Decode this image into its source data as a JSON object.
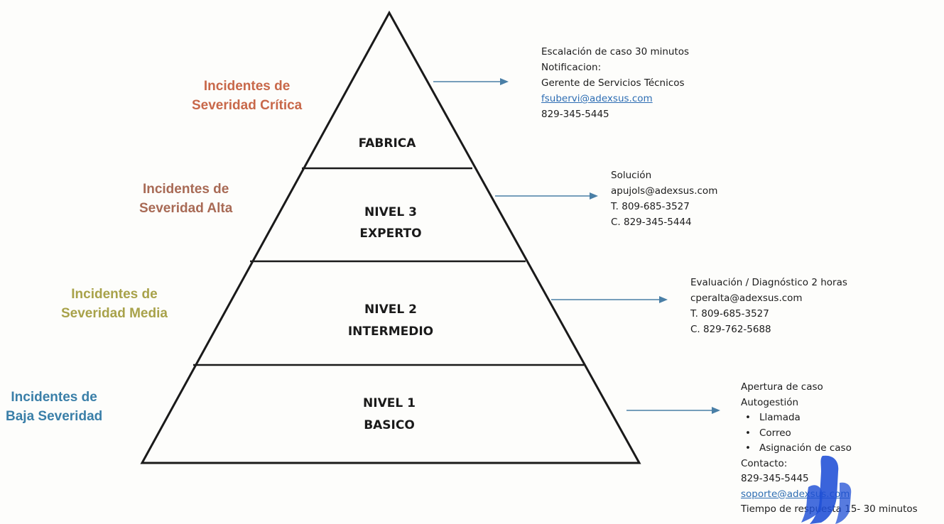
{
  "levels": [
    {
      "id": "fabrica",
      "lines": [
        "FABRICA"
      ]
    },
    {
      "id": "nivel3",
      "lines": [
        "NIVEL 3",
        "EXPERTO"
      ]
    },
    {
      "id": "nivel2",
      "lines": [
        "NIVEL 2",
        "INTERMEDIO"
      ]
    },
    {
      "id": "nivel1",
      "lines": [
        "NIVEL 1",
        "BASICO"
      ]
    }
  ],
  "severity_labels": [
    {
      "id": "critica",
      "lines": [
        "Incidentes de",
        "Severidad Crítica"
      ],
      "color": "#c8684a"
    },
    {
      "id": "alta",
      "lines": [
        "Incidentes de",
        "Severidad Alta"
      ],
      "color": "#a86a55"
    },
    {
      "id": "media",
      "lines": [
        "Incidentes de",
        "Severidad Media"
      ],
      "color": "#a8a24a"
    },
    {
      "id": "baja",
      "lines": [
        "Incidentes de",
        "Baja Severidad"
      ],
      "color": "#3a7fa8"
    }
  ],
  "info": {
    "critica": {
      "line1": "Escalación de caso 30 minutos",
      "line2": "Notificacion:",
      "line3": "Gerente de Servicios Técnicos",
      "email": "fsubervi@adexsus.com",
      "phone": "829-345-5445"
    },
    "alta": {
      "line1": "Solución",
      "email": "apujols@adexsus.com",
      "phone1": "T. 809-685-3527",
      "phone2": "C. 829-345-5444"
    },
    "media": {
      "line1": "Evaluación / Diagnóstico 2 horas",
      "email": "cperalta@adexsus.com",
      "phone1": "T. 809-685-3527",
      "phone2": "C. 829-762-5688"
    },
    "baja": {
      "line1": "Apertura de caso",
      "line2": "Autogestión",
      "bullets": [
        "Llamada",
        "Correo",
        "Asignación de caso"
      ],
      "contact_label": "Contacto:",
      "phone": "829-345-5445",
      "email": "soporte@adexsus.com",
      "response": "Tiempo de respuesta 15- 30 minutos"
    }
  },
  "colors": {
    "pyramid_stroke": "#1a1a1a",
    "arrow": "#4a7fa6",
    "link": "#2d6db3",
    "stamp": "#1f4fd6"
  }
}
